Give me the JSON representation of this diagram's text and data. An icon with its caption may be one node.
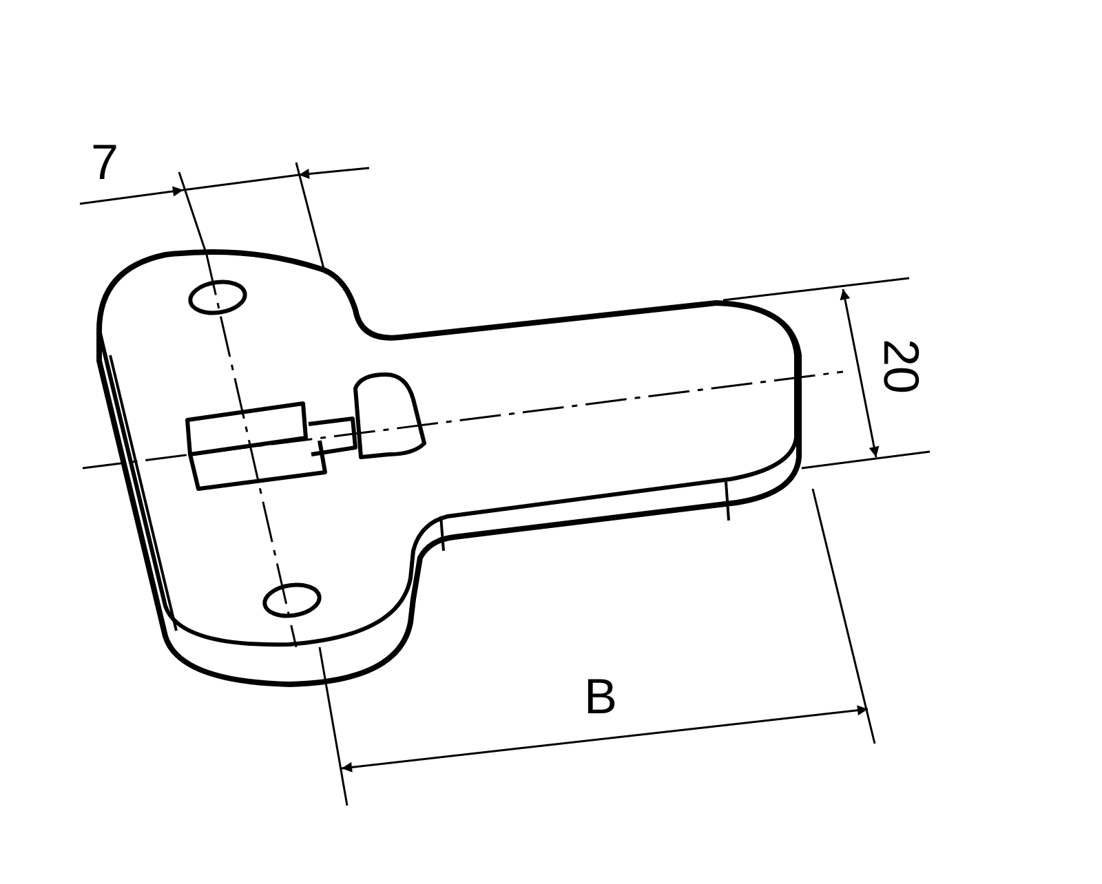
{
  "diagram": {
    "labels": [
      "7",
      "20",
      "B"
    ]
  }
}
